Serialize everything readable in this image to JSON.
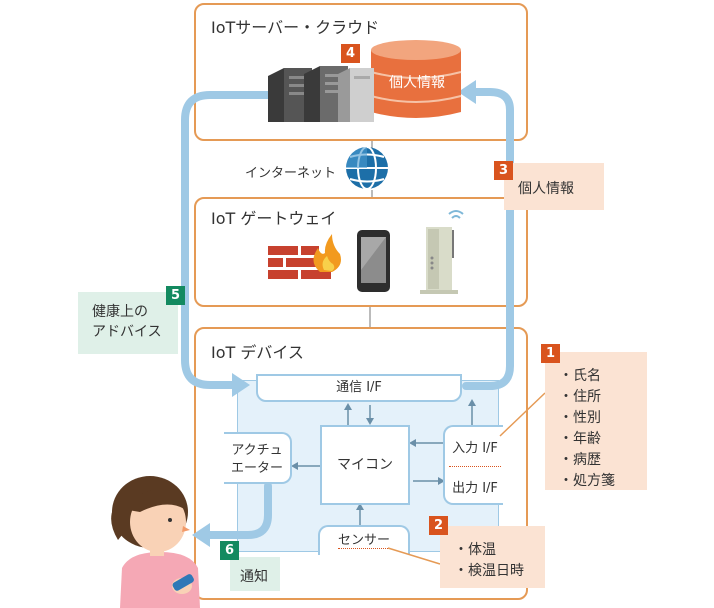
{
  "cloud": {
    "title": "IoTサーバー・クラウド",
    "db_label": "個人情報",
    "step": "4"
  },
  "internet": {
    "label": "インターネット"
  },
  "gateway": {
    "title": "IoT ゲートウェイ"
  },
  "device": {
    "title": "IoT デバイス",
    "comm_if": "通信 I/F",
    "input_if": "入力 I/F",
    "output_if": "出力 I/F",
    "mcu": "マイコン",
    "actuator_line1": "アクチュ",
    "actuator_line2": "エーター",
    "sensor": "センサー"
  },
  "callouts": {
    "step1": {
      "num": "1",
      "items": [
        "・氏名",
        "・住所",
        "・性別",
        "・年齢",
        "・病歴",
        "・処方箋"
      ]
    },
    "step2": {
      "num": "2",
      "items": [
        "・体温",
        "・検温日時"
      ]
    },
    "step3": {
      "num": "3",
      "text": "個人情報"
    },
    "step5": {
      "num": "5",
      "line1": "健康上の",
      "line2": "アドバイス"
    },
    "step6": {
      "num": "6",
      "text": "通知"
    }
  },
  "colors": {
    "panel_border": "#e59a55",
    "arrow_blue": "#9fc9e5",
    "device_bg": "#e4f1fa",
    "orange_badge": "#d9541e",
    "green_badge": "#148a60",
    "callout_orange": "#fbe3d3",
    "callout_green": "#dff0e8",
    "db_orange": "#e8703e"
  },
  "icons": [
    "server-icon",
    "database-icon",
    "globe-icon",
    "firewall-icon",
    "smartphone-icon",
    "router-icon",
    "person-icon"
  ]
}
